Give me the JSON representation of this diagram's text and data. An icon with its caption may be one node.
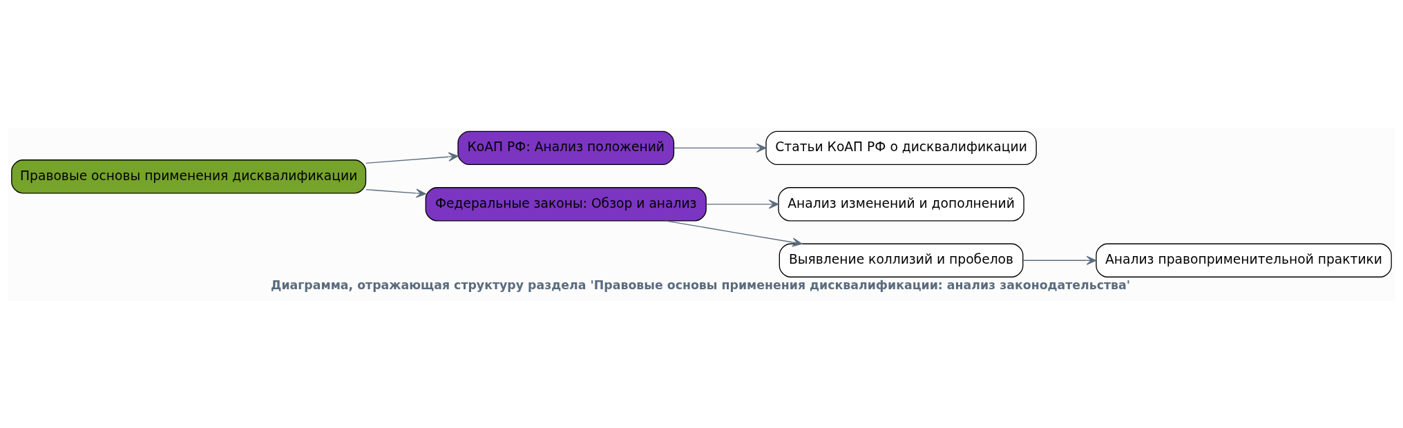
{
  "diagram": {
    "title": "Диаграмма, отражающая структуру раздела 'Правовые основы применения дисквалификации: анализ законодательства'",
    "nodes": [
      {
        "text": [
          "Правовые основы применения дисквалификации"
        ]
      },
      {
        "text": [
          "КоАП РФ: Анализ положений"
        ]
      },
      {
        "text": [
          "Федеральные законы: Обзор и анализ"
        ]
      },
      {
        "text": [
          "Статьи КоАП РФ о дисквалификации"
        ]
      },
      {
        "text": [
          "Анализ изменений и дополнений"
        ]
      },
      {
        "text": [
          "Выявление коллизий и пробелов"
        ]
      },
      {
        "text": [
          "Анализ правоприменительной практики"
        ]
      }
    ],
    "edges": [
      {
        "from": 0,
        "to": 1,
        "arrow": "to"
      },
      {
        "from": 0,
        "to": 2,
        "arrow": "to"
      },
      {
        "from": 1,
        "to": 3,
        "arrow": "to"
      },
      {
        "from": 2,
        "to": 4,
        "arrow": "to"
      },
      {
        "from": 2,
        "to": 5,
        "arrow": "to"
      },
      {
        "from": 5,
        "to": 6,
        "arrow": "to"
      }
    ]
  }
}
